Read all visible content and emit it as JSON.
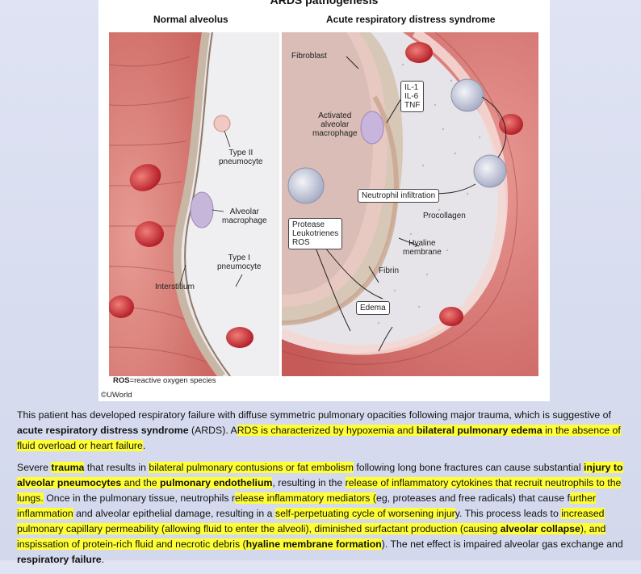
{
  "figure": {
    "title": "ARDS pathogenesis",
    "left_panel_title": "Normal alveolus",
    "right_panel_title": "Acute respiratory distress syndrome",
    "left_labels": {
      "type2": "Type II\npneumocyte",
      "alveolar_macrophage": "Alveolar\nmacrophage",
      "type1": "Type I\npneumocyte",
      "interstitium": "Interstitium"
    },
    "right_labels": {
      "fibroblast": "Fibroblast",
      "activated_macrophage": "Activated\nalveolar\nmacrophage",
      "cytokines": [
        "IL-1",
        "IL-6",
        "TNF"
      ],
      "neutrophil_infiltration": "Neutrophil infiltration",
      "procollagen": "Procollagen",
      "mediators": [
        "Protease",
        "Leukotrienes",
        "ROS"
      ],
      "hyaline_membrane": "Hyaline\nmembrane",
      "fibrin": "Fibrin",
      "edema": "Edema"
    },
    "footnote_abbr": "ROS",
    "footnote_text": "=reactive oxygen species",
    "copyright": "©UWorld"
  },
  "explanation": {
    "p1": {
      "t1": "This patient has developed respiratory failure with diffuse symmetric pulmonary opacities following major trauma, which is suggestive of ",
      "b1": "acute respiratory distress syndrome",
      "t2": " (ARDS).  A",
      "h1": "RDS is characterized by hypoxemia and ",
      "hb1": "bilateral pulmonary edema",
      "h2": " in the absence of fluid overload or heart failure",
      "t3": "."
    },
    "p2": {
      "t1": "Severe ",
      "hb1": "trauma",
      "t2": " that results in ",
      "h1": "bilateral pulmonary contusions or fat embolism",
      "t3": " following long bone fractures can cause substantial ",
      "hb2": "injury to alveolar pneumocytes",
      "h2": " and the ",
      "hb3": "pulmonary endothelium",
      "t4": ", resulting in the ",
      "h3": "release of inflammatory cytokines that recruit neutrophils to the lungs.",
      "t5": "  Once in the pulmonary tissue, neutrophils r",
      "h4": "elease inflammatory mediators (",
      "t6": "eg, proteases and free radicals) that cause f",
      "h5": "urther inflammation",
      "t7": " and alveolar epithelial damage, resulting in a ",
      "h6": "self-perpetuating cycle of worsening injur",
      "t8": "y.  This process leads to ",
      "h7": "increased pulmonary capillary permeability (allowing fluid to enter the alveoli), diminished surfactant production (causing ",
      "hb4": "alveolar collapse",
      "h8": "), and inspissation of protein-rich fluid and necrotic debris (",
      "hb5": "hyaline membrane formation",
      "t9": ").  The net effect is impaired alveolar gas exchange and ",
      "b2": "respiratory failure",
      "t10": "."
    }
  }
}
